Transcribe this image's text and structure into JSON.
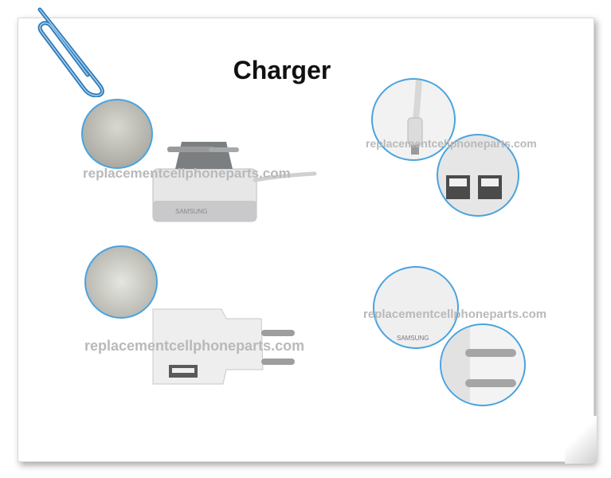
{
  "title": "Charger",
  "watermarks": [
    "replacementcellphoneparts.com",
    "replacementcellphoneparts.com",
    "replacementcellphoneparts.com",
    "replacementcellphoneparts.com"
  ],
  "brand": "SAMSUNG",
  "accent_color": "#4aa3df"
}
